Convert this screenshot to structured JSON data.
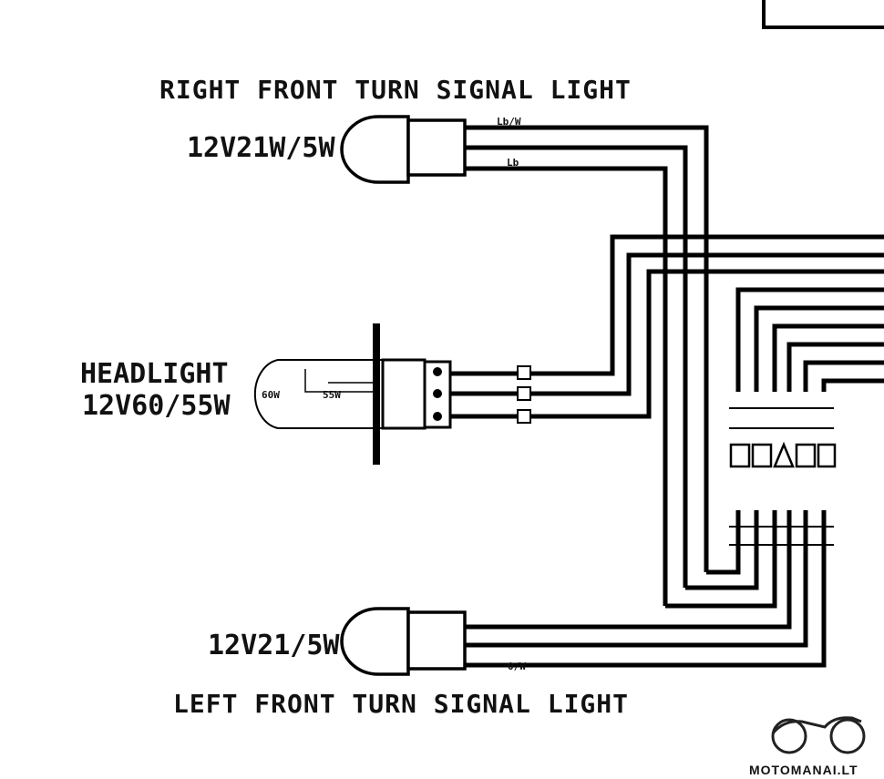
{
  "labels": {
    "right_signal_title": "RIGHT FRONT TURN SIGNAL LIGHT",
    "right_signal_rating": "12V21W/5W",
    "headlight_title": "HEADLIGHT",
    "headlight_rating": "12V60/55W",
    "left_signal_rating": "12V21/5W",
    "left_signal_title": "LEFT FRONT TURN SIGNAL LIGHT",
    "headlight_hi": "60W",
    "headlight_lo": "55W",
    "right_wire_top": "Lb/W",
    "right_wire_bottom": "Lb",
    "left_wire_bottom": "O/W",
    "watermark": "MOTOMANAI.LT"
  }
}
